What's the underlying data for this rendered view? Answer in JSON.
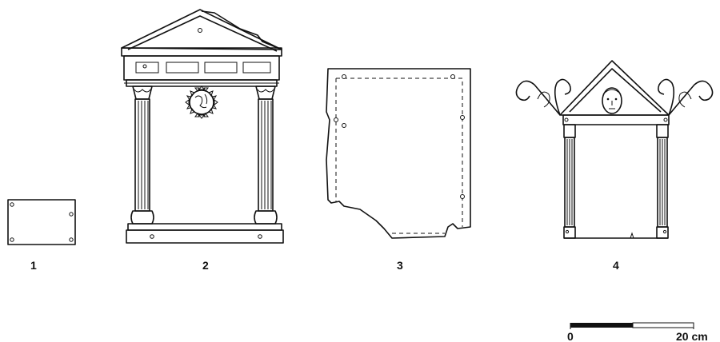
{
  "figures": [
    {
      "number": "1"
    },
    {
      "number": "2"
    },
    {
      "number": "3"
    },
    {
      "number": "4"
    }
  ],
  "scale_bar": {
    "start_label": "0",
    "end_label": "20 cm"
  }
}
